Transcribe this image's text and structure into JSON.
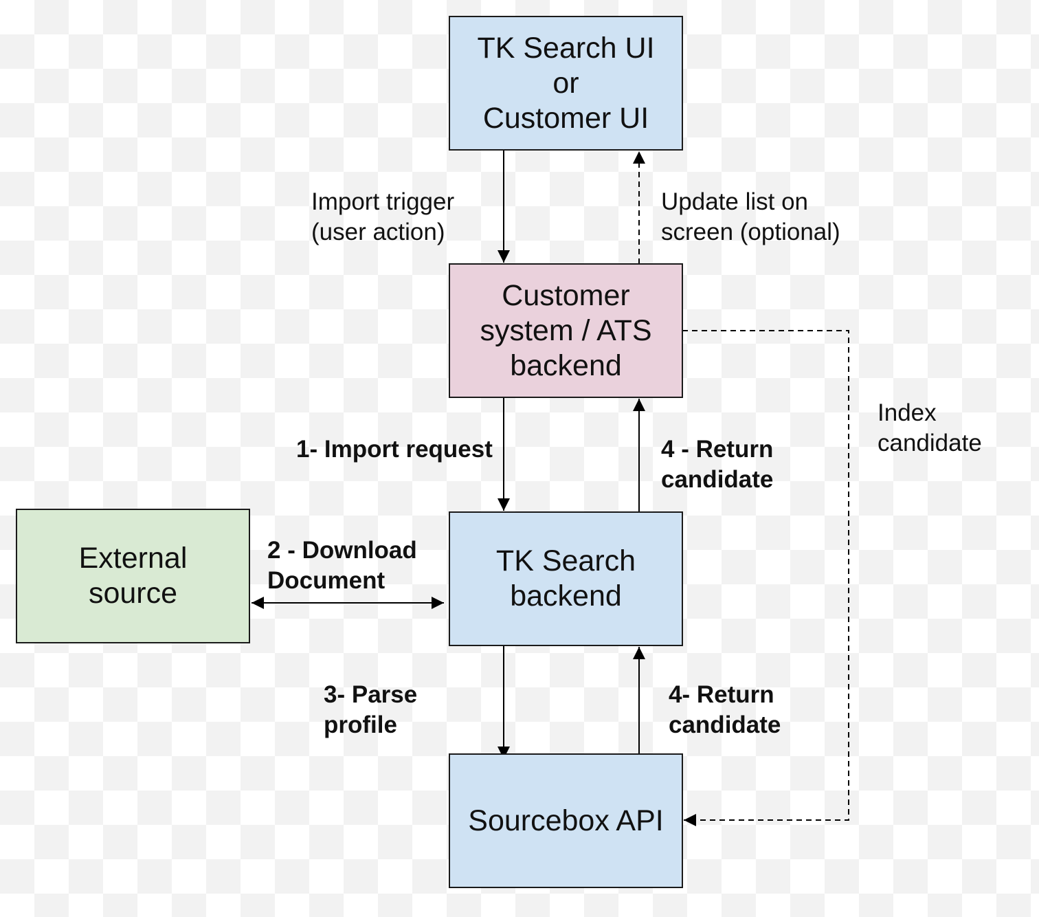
{
  "colors": {
    "blue_box": "#cfe2f3",
    "pink_box": "#ead1dc",
    "green_box": "#d9ead3",
    "line": "#000000"
  },
  "nodes": {
    "ui": "TK Search UI\nor\nCustomer UI",
    "ats": "Customer\nsystem / ATS\nbackend",
    "external": "External\nsource",
    "tk_backend": "TK Search\nbackend",
    "sourcebox": "Sourcebox API"
  },
  "labels": {
    "import_trigger": "Import trigger\n(user action)",
    "update_list": "Update list on\nscreen (optional)",
    "index_candidate": "Index\ncandidate",
    "import_request": "1- Import request",
    "return_candidate_ats": "4 - Return\ncandidate",
    "download_document": "2 - Download\nDocument",
    "parse_profile": "3- Parse\nprofile",
    "return_candidate_api": "4- Return\ncandidate"
  }
}
